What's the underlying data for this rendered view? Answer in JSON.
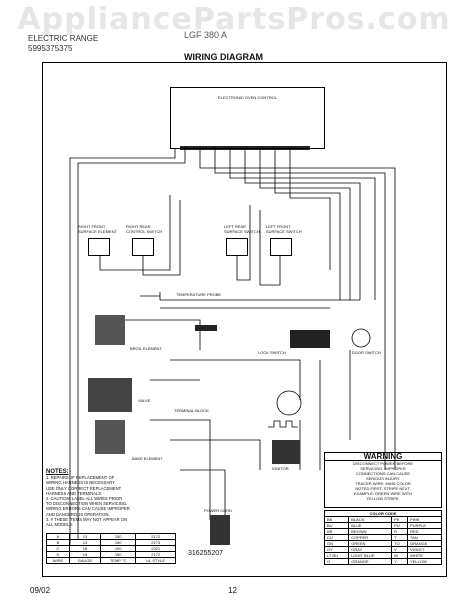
{
  "watermark": "AppliancePartsPros.com",
  "header": {
    "left_line1": "ELECTRIC RANGE",
    "left_line2": "5995375375",
    "model": "LGF 380 A",
    "title": "WIRING DIAGRAM"
  },
  "diagram": {
    "control_label": "ELECTRONIC OVEN CONTROL",
    "switches": [
      {
        "label": "RIGHT FRONT\nSURFACE ELEMENT"
      },
      {
        "label": "RIGHT REAR\nCONTROL SWITCH"
      },
      {
        "label": "LEFT REAR\nSURFACE SWITCH"
      },
      {
        "label": "LEFT FRONT\nSURFACE SWITCH"
      }
    ],
    "labels": {
      "temp_probe": "TEMPERATURE PROBE",
      "broil": "BROIL ELEMENT",
      "bake": "BAKE ELEMENT",
      "valve": "VALVE",
      "door_switch": "DOOR SWITCH",
      "lock_switch": "LOCK SWITCH",
      "ignitor": "IGNITOR",
      "power_cord": "POWER CORD",
      "terminal": "TERMINAL BLOCK"
    }
  },
  "notes": {
    "title": "NOTES:",
    "lines": [
      "1. REPAIRS: IF REPLACEMENT OF",
      "   WIRING HARNESS IS NECESSARY",
      "   USE ONLY CORRECT REPLACEMENT",
      "   HARNESS AND TERMINALS.",
      "2. CAUTION: LABEL ALL WIRES PRIOR",
      "   TO DISCONNECTION WHEN SERVICING.",
      "   WIRING ERRORS CAN CAUSE IMPROPER",
      "   AND DANGEROUS OPERATION.",
      "3. # THESE ITEMS MAY NOT APPEAR ON",
      "   ALL MODELS."
    ]
  },
  "parts_table": [
    [
      "A",
      "13",
      "150",
      "2172"
    ],
    [
      "B",
      "13",
      "150",
      "2173"
    ],
    [
      "C",
      "18",
      "150",
      "2321"
    ],
    [
      "D",
      "18",
      "150",
      "2172"
    ],
    [
      "WIRE",
      "GAUGE",
      "TEMP °C",
      "UL STYLE"
    ]
  ],
  "warning": {
    "title": "WARNING",
    "lines": [
      "DISCONNECT POWER BEFORE",
      "SERVICING. IMPROPER",
      "CONNECTIONS CAN CAUSE",
      "SERIOUS INJURY.",
      "TRACER WIRE: MAIN COLOR",
      "NOTED FIRST, STRIPE NEXT.",
      "EXAMPLE: GREEN WIRE WITH",
      "YELLOW STRIPE."
    ]
  },
  "color_code": {
    "title": "COLOR CODE",
    "rows": [
      [
        "BK",
        "BLACK",
        "PK",
        "PINK"
      ],
      [
        "BU",
        "BLUE",
        "PU",
        "PURPLE"
      ],
      [
        "BR",
        "BROWN",
        "R",
        "RED"
      ],
      [
        "CU",
        "COPPER",
        "T",
        "TAN"
      ],
      [
        "GN",
        "GREEN",
        "TO",
        "ORANGE"
      ],
      [
        "GY",
        "GRAY",
        "V",
        "VIOLET"
      ],
      [
        "LT BU",
        "LIGHT BLUE",
        "W",
        "WHITE"
      ],
      [
        "O",
        "ORANGE",
        "Y",
        "YELLOW"
      ]
    ]
  },
  "part_number": "316255207",
  "footer": {
    "date": "09/02",
    "page": "12"
  }
}
